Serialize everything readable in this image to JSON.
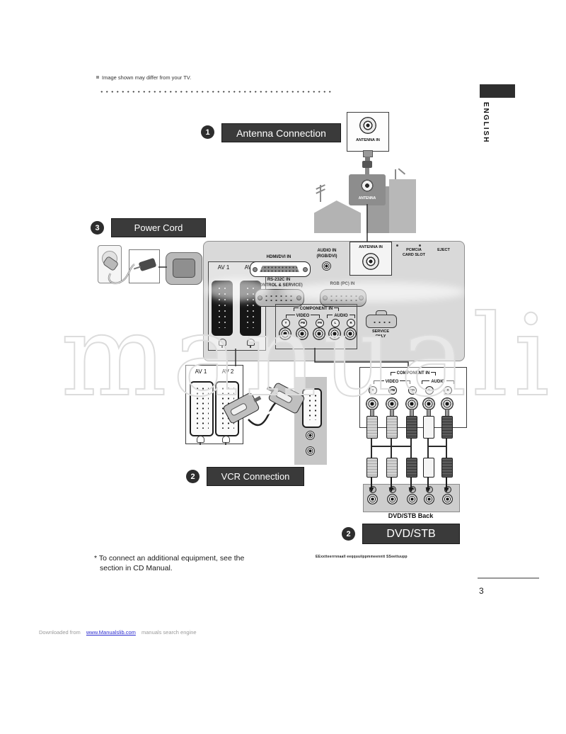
{
  "note": {
    "text": "Image shown may differ from your TV."
  },
  "sidebar": {
    "language": "ENGLISH"
  },
  "sections": {
    "antenna": {
      "number": "1",
      "title": "Antenna Connection"
    },
    "power": {
      "number": "3",
      "title": "Power Cord"
    },
    "vcr": {
      "number": "2",
      "title": "VCR Connection"
    },
    "dvd": {
      "number": "2",
      "title": "DVD/STB"
    }
  },
  "antenna_source": {
    "wall_jack": "ANTENNA IN",
    "antenna_box": "ANTENNA"
  },
  "tv_panel": {
    "av1": "AV 1",
    "av2": "AV 2",
    "hdmi": "HDMI/DVI IN",
    "audio_in": {
      "line1": "AUDIO IN",
      "line2": "(RGB/DVI)"
    },
    "antenna_in": "ANTENNA IN",
    "pcmcia": {
      "line1": "PCMCIA",
      "line2": "CARD SLOT"
    },
    "eject": "EJECT",
    "rs232": {
      "line1": "RS-232C IN",
      "line2": "(CONTROL & SERVICE)"
    },
    "rgb": "RGB (PC) IN",
    "service": {
      "line1": "SERVICE",
      "line2": "ONLY"
    }
  },
  "component": {
    "title": "COMPONENT IN",
    "video": "VIDEO",
    "audio": "AUDIO",
    "jacks": [
      "Y",
      "PB",
      "PR",
      "L",
      "R"
    ]
  },
  "vcr_box": {
    "av1": "AV 1",
    "av2": "AV 2"
  },
  "dvd_back": {
    "label": "DVD/STB Back"
  },
  "footnote": {
    "line1": "* To connect an additional equipment, see the",
    "line2": "section in CD Manual."
  },
  "side_note": "EExxtteerrnnaall eeqquuiippmmeenntt SSeettuupp",
  "page_number": "3",
  "footer": {
    "prefix": "Downloaded from",
    "link": "www.Manualslib.com",
    "suffix": "manuals search engine"
  },
  "watermark": "manuali",
  "colors": {
    "header_bg": "#3a3a3a",
    "link_blue": "#2b2bd0"
  }
}
